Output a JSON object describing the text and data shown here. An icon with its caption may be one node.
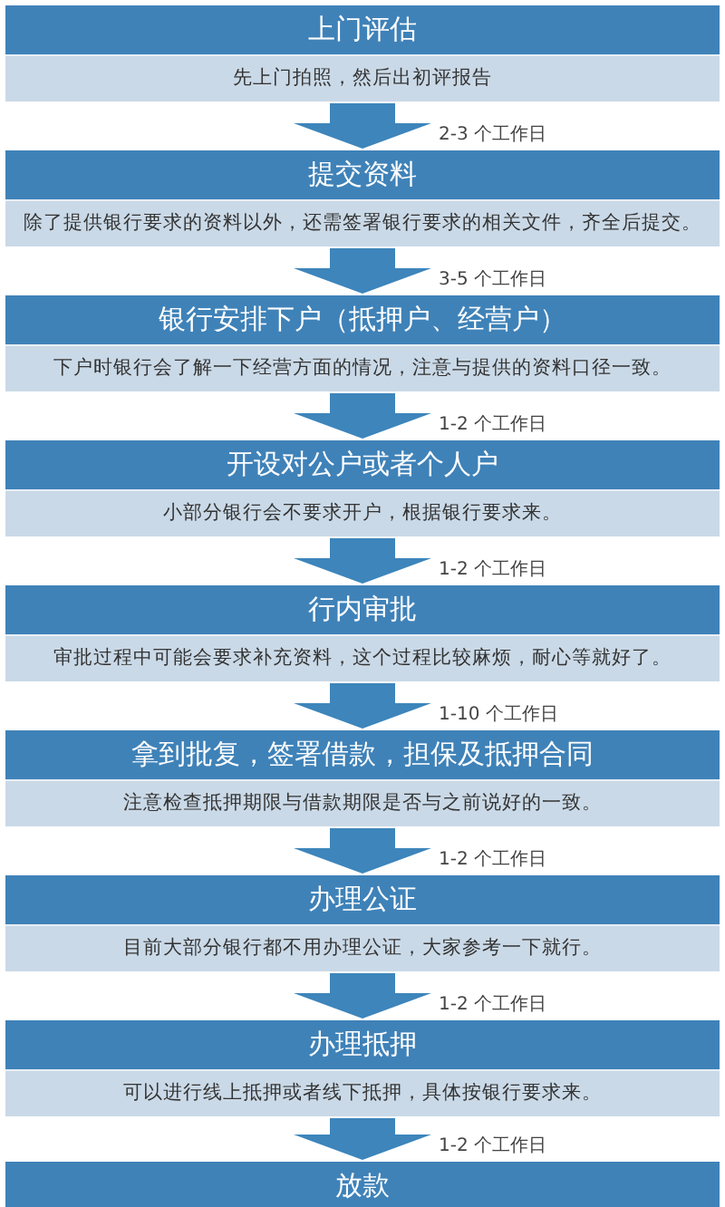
{
  "diagram": {
    "nodes": [
      {
        "text": [
          "上门评估",
          "先上门拍照，然后出初评报告"
        ]
      },
      {
        "text": [
          "提交资料",
          "除了提供银行要求的资料以外，还需签署银行要求的相关文件，齐全后提交。"
        ]
      },
      {
        "text": [
          "银行安排下户（抵押户、经营户）",
          "下户时银行会了解一下经营方面的情况，注意与提供的资料口径一致。"
        ]
      },
      {
        "text": [
          "开设对公户或者个人户",
          "小部分银行会不要求开户，根据银行要求来。"
        ]
      },
      {
        "text": [
          "行内审批",
          "审批过程中可能会要求补充资料，这个过程比较麻烦，耐心等就好了。"
        ]
      },
      {
        "text": [
          "拿到批复，签署借款，担保及抵押合同",
          "注意检查抵押期限与借款期限是否与之前说好的一致。"
        ]
      },
      {
        "text": [
          "办理公证",
          "目前大部分银行都不用办理公证，大家参考一下就行。"
        ]
      },
      {
        "text": [
          "办理抵押",
          "可以进行线上抵押或者线下抵押，具体按银行要求来。"
        ]
      },
      {
        "text": [
          "放款"
        ]
      }
    ],
    "edges": [
      {
        "from": 0,
        "to": 1,
        "arrow": "to",
        "label": "2-3 个工作日"
      },
      {
        "from": 1,
        "to": 2,
        "arrow": "to",
        "label": "3-5 个工作日"
      },
      {
        "from": 2,
        "to": 3,
        "arrow": "to",
        "label": "1-2 个工作日"
      },
      {
        "from": 3,
        "to": 4,
        "arrow": "to",
        "label": "1-2 个工作日"
      },
      {
        "from": 4,
        "to": 5,
        "arrow": "to",
        "label": "1-10 个工作日"
      },
      {
        "from": 5,
        "to": 6,
        "arrow": "to",
        "label": "1-2 个工作日"
      },
      {
        "from": 6,
        "to": 7,
        "arrow": "to",
        "label": "1-2 个工作日"
      },
      {
        "from": 7,
        "to": 8,
        "arrow": "to",
        "label": "1-2 个工作日"
      }
    ]
  }
}
